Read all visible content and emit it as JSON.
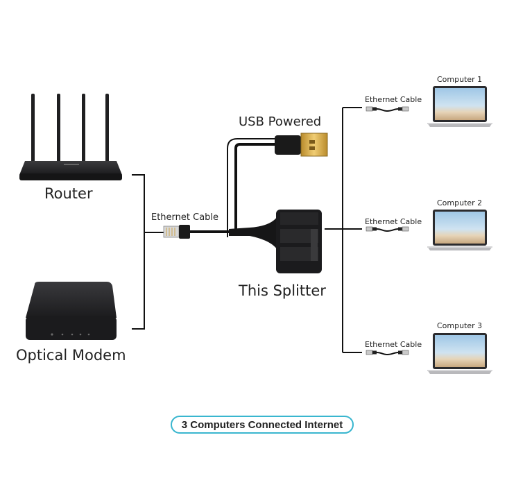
{
  "labels": {
    "router": "Router",
    "modem": "Optical Modem",
    "ethernet_main": "Ethernet Cable",
    "usb": "USB Powered",
    "splitter": "This Splitter",
    "computer1": "Computer 1",
    "computer2": "Computer 2",
    "computer3": "Computer 3",
    "ethernet_1": "Ethernet Cable",
    "ethernet_2": "Ethernet Cable",
    "ethernet_3": "Ethernet Cable"
  },
  "caption": "3 Computers Connected Internet",
  "colors": {
    "device_dark": "#1c1c1e",
    "line": "#111111",
    "usb_gold": "#d4a94a",
    "screen_blue": "#a9cde6",
    "caption_border": "#39b6cf"
  }
}
